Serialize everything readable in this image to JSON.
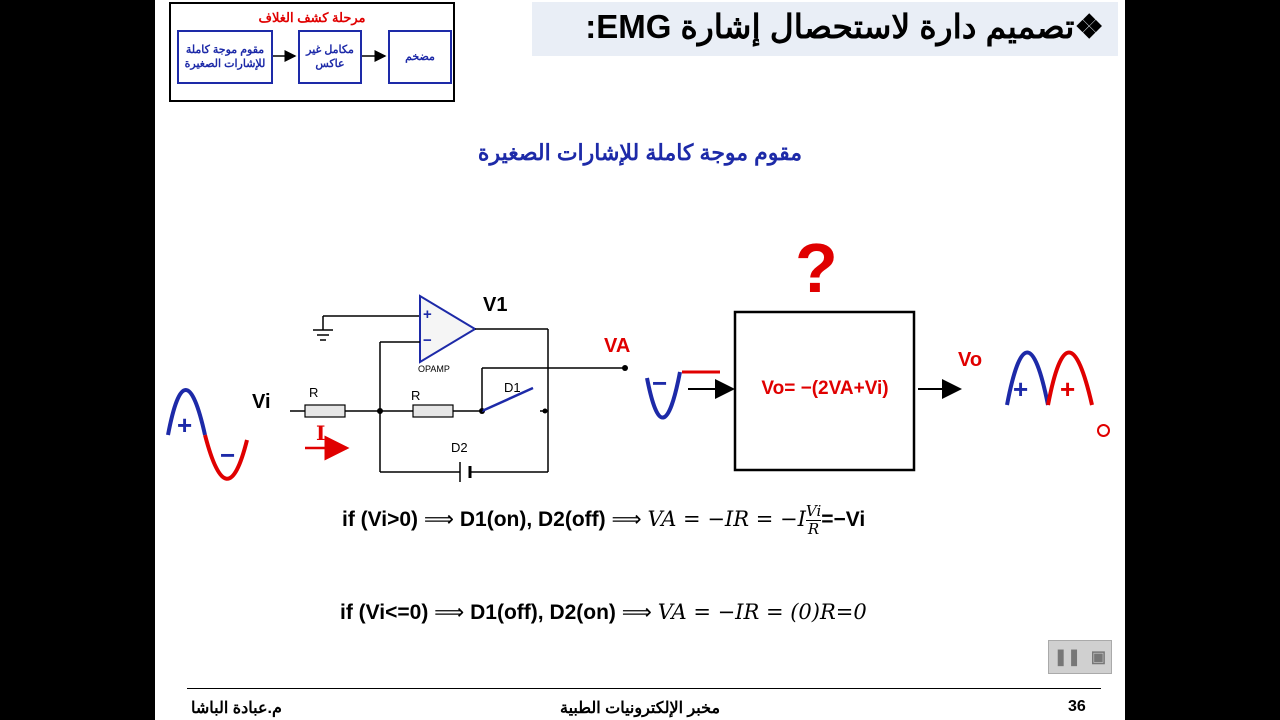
{
  "stage": {
    "title": "مرحلة كشف الغلاف",
    "block1": "مقوم موجة كاملة للإشارات الصغيرة",
    "block2": "مكامل غير عاكس",
    "block3": "مضخم"
  },
  "slide_title": "❖تصميم دارة لاستحصال إشارة EMG:",
  "subtitle": "مقوم موجة كاملة للإشارات الصغيرة",
  "circuit": {
    "opamp_label": "OPAMP",
    "plus": "+",
    "minus": "−",
    "v1_label": "V1",
    "vi_label": "Vi",
    "r1_label": "R",
    "r2_label": "R",
    "d1_label": "D1",
    "d2_label": "D2",
    "i_label": "I",
    "va_label": "VA",
    "vo_label": "Vo",
    "box_equation": "Vo= −(2VA+Vi)",
    "question_mark": "?"
  },
  "equations": {
    "eq1_if": "if (Vi>0)",
    "eq1_d": "D1(on), D2(off)",
    "eq1_va": "VA = −IR = −I",
    "eq1_num": "Vi",
    "eq1_den": "R",
    "eq1_end": "=−Vi",
    "eq2_if": "if (Vi<=0)",
    "eq2_d": "D1(off), D2(on)",
    "eq2_va": "VA = −IR = (0)R=0",
    "arrow": "⟹"
  },
  "footer": {
    "author": "م.عبادة الباشا",
    "lab": "مخبر الإلكترونيات الطبية",
    "page": "36"
  },
  "player": {
    "pause_glyph": "❚❚",
    "screen_glyph": "▣"
  },
  "colors": {
    "accent_blue": "#1d2aa8",
    "accent_red": "#e00000",
    "title_bg": "#e9eef6"
  }
}
